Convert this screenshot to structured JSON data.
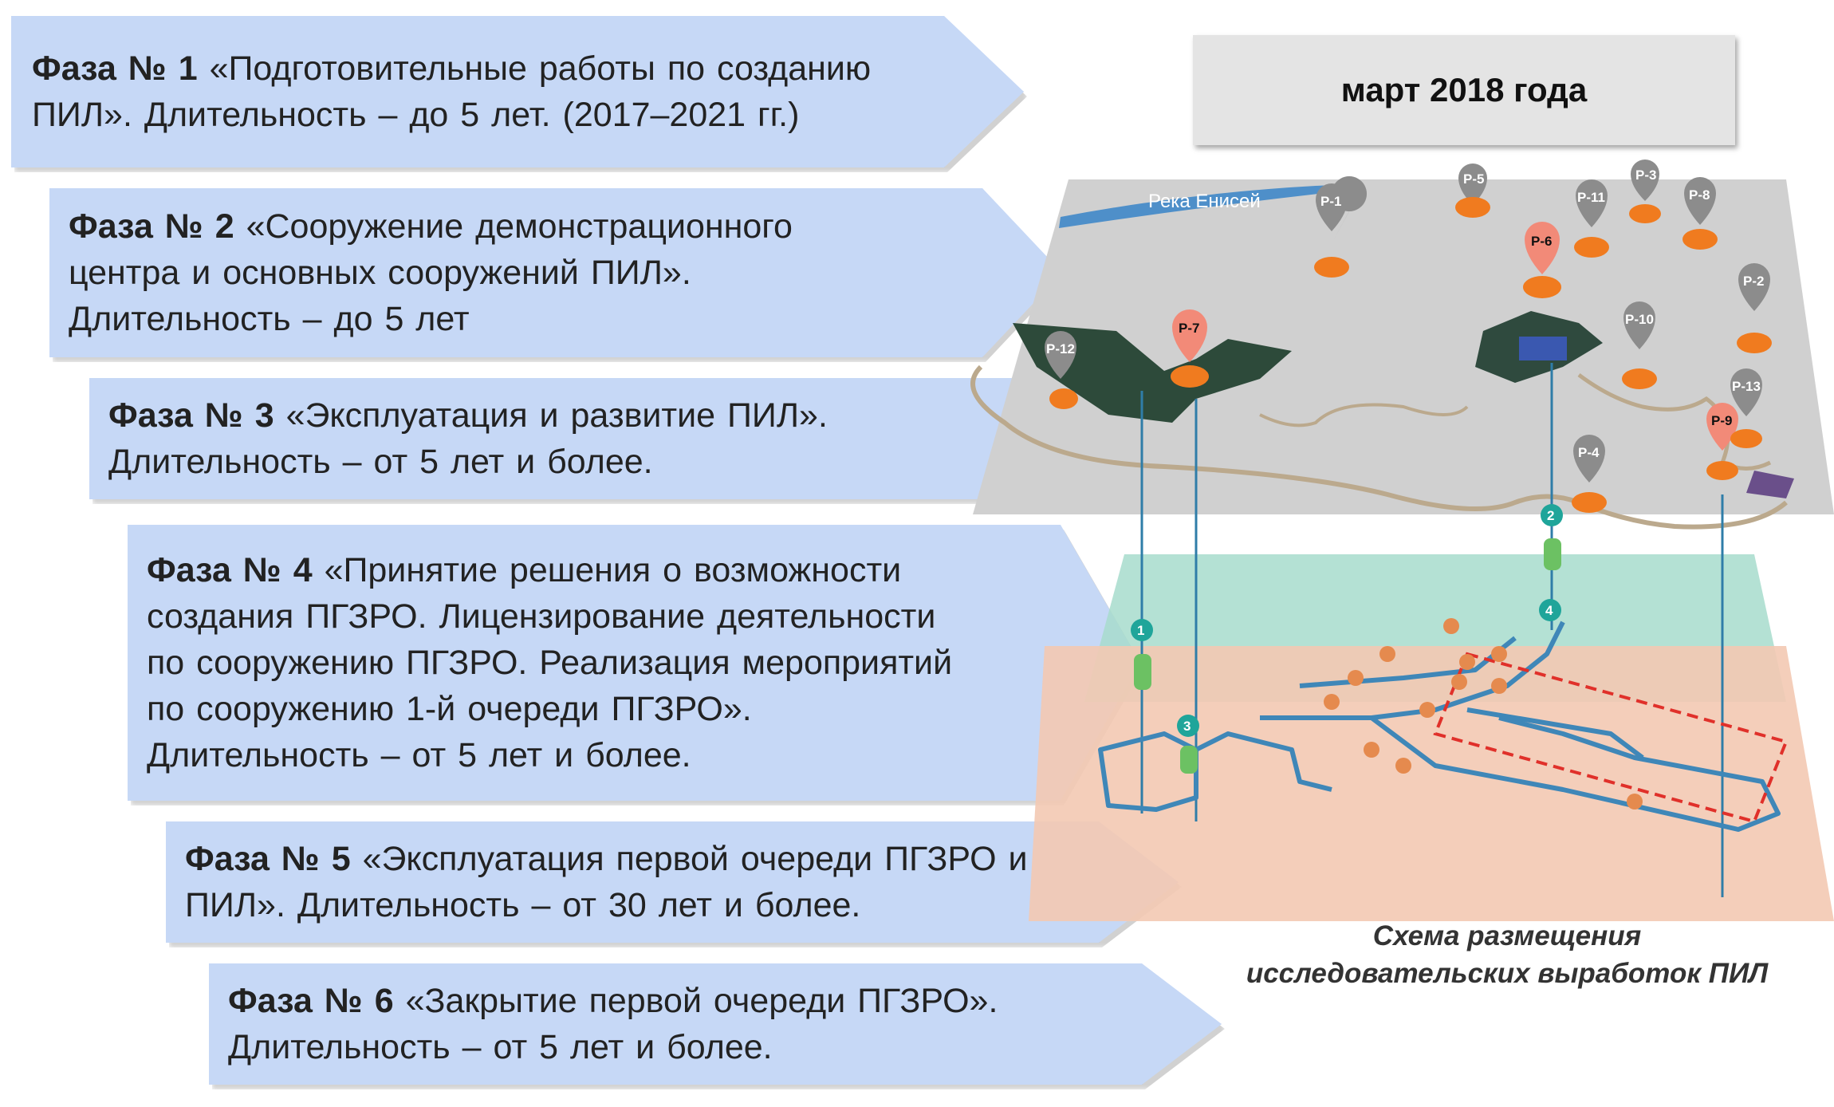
{
  "phases": [
    {
      "title": "Фаза № 1",
      "text": "«Подготовительные работы по созданию\nПИЛ». Длительность – до 5 лет. (2017–2021 гг.)"
    },
    {
      "title": "Фаза № 2",
      "text": "«Сооружение демонстрационного\nцентра и основных сооружений ПИЛ».\nДлительность – до 5 лет"
    },
    {
      "title": "Фаза № 3",
      "text": "«Эксплуатация и развитие ПИЛ».\nДлительность – от 5 лет и более."
    },
    {
      "title": "Фаза № 4",
      "text": "«Принятие решения о возможности\nсоздания ПГЗРО. Лицензирование деятельности\nпо сооружению ПГЗРО. Реализация мероприятий\nпо сооружению 1-й очереди ПГЗРО».\nДлительность – от 5 лет и более."
    },
    {
      "title": "Фаза № 5",
      "text": "«Эксплуатация первой очереди ПГЗРО и\nПИЛ». Длительность – от 30 лет и более."
    },
    {
      "title": "Фаза № 6",
      "text": "«Закрытие первой очереди ПГЗРО».\nДлительность – от 5 лет и более."
    }
  ],
  "date_label": "март 2018 года",
  "caption": "Схема размещения\nисследовательских выработок ПИЛ",
  "diagram": {
    "river_label": "Река Енисей",
    "pins": [
      "Р-1",
      "Р-2",
      "Р-3",
      "Р-4",
      "Р-5",
      "Р-6",
      "Р-7",
      "Р-8",
      "Р-9",
      "Р-10",
      "Р-11",
      "Р-12",
      "Р-13"
    ],
    "shafts": [
      "1",
      "2",
      "3",
      "4"
    ],
    "colors": {
      "ground": "#d0d0d0",
      "green_layer": "#a7dccd",
      "orange_layer": "#f3c9b2",
      "pin_gray": "#8c8c8c",
      "pin_red": "#f28a78",
      "marker_orange": "#f07b1f",
      "tunnel": "#3f87b8",
      "boundary": "#e0302a"
    }
  }
}
